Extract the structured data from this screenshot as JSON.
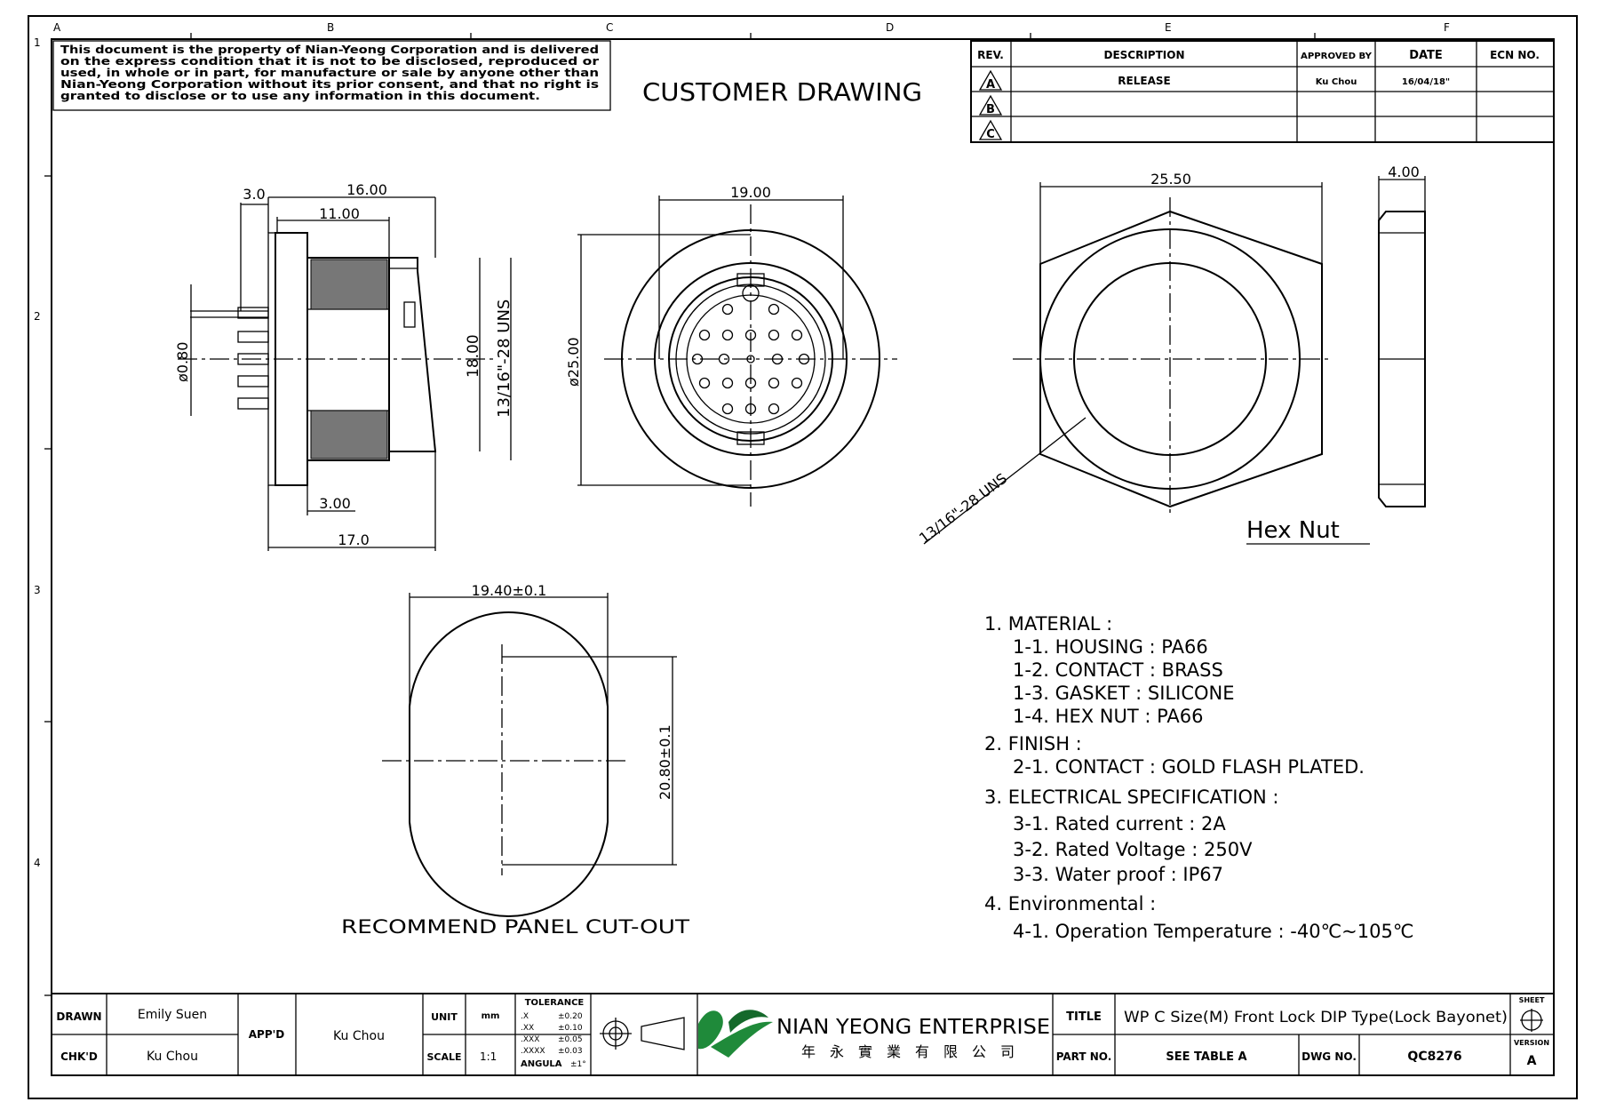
{
  "title_block": {
    "notice": [
      "This document is the property of Nian-Yeong Corporation and is delivered",
      "on  the  express condition that it is not to be disclosed, reproduced or",
      "used, in whole or in part, for manufacture or sale by anyone other than",
      "Nian-Yeong Corporation without  its prior consent, and that  no right  is",
      "granted  to disclose or  to use any information in  this  document."
    ],
    "heading": "CUSTOMER  DRAWING"
  },
  "grid": {
    "cols": [
      "A",
      "B",
      "C",
      "D",
      "E",
      "F"
    ],
    "rows": [
      "1",
      "2",
      "3",
      "4"
    ]
  },
  "revision_table": {
    "headers": [
      "REV.",
      "DESCRIPTION",
      "APPROVED BY",
      "DATE",
      "ECN NO."
    ],
    "rows": [
      {
        "rev": "A",
        "description": "RELEASE",
        "approved_by": "Ku Chou",
        "date": "16/04/18\"",
        "ecn": ""
      },
      {
        "rev": "B",
        "description": "",
        "approved_by": "",
        "date": "",
        "ecn": ""
      },
      {
        "rev": "C",
        "description": "",
        "approved_by": "",
        "date": "",
        "ecn": ""
      }
    ]
  },
  "side_view": {
    "dim_3_0": "3.0",
    "dim_16_00": "16.00",
    "dim_11_00": "11.00",
    "dim_0_80": "ø0.80",
    "dim_18_00": "18.00",
    "thread": "13/16\"-28 UNS",
    "dim_3_00": "3.00",
    "dim_17_0": "17.0"
  },
  "front_view": {
    "dim_19_00": "19.00",
    "dim_25_00": "ø25.00"
  },
  "hex_nut": {
    "dim_25_50": "25.50",
    "dim_4_00": "4.00",
    "thread": "13/16\"-28 UNS",
    "label": "Hex  Nut"
  },
  "panel_cutout": {
    "dim_width": "19.40±0.1",
    "dim_height": "20.80±0.1",
    "label": "RECOMMEND  PANEL  CUT-OUT"
  },
  "notes": [
    {
      "text": "1.  MATERIAL  :",
      "level": 0
    },
    {
      "text": "1-1.  HOUSING  :  PA66",
      "level": 1
    },
    {
      "text": "1-2.  CONTACT  :  BRASS",
      "level": 1
    },
    {
      "text": "1-3.  GASKET  :  SILICONE",
      "level": 1
    },
    {
      "text": "1-4.  HEX  NUT  :  PA66",
      "level": 1
    },
    {
      "text": "2.  FINISH  :",
      "level": 0
    },
    {
      "text": "2-1.  CONTACT  :  GOLD  FLASH  PLATED.",
      "level": 1
    },
    {
      "text": "3.  ELECTRICAL  SPECIFICATION  :",
      "level": 0
    },
    {
      "text": "3-1.  Rated  current  :  2A",
      "level": 1
    },
    {
      "text": "3-2.  Rated  Voltage  :  250V",
      "level": 1
    },
    {
      "text": "3-3.  Water  proof  :  IP67",
      "level": 1
    },
    {
      "text": "4.  Environmental  :",
      "level": 0
    },
    {
      "text": "4-1.  Operation  Temperature  :  -40℃~105℃",
      "level": 1
    }
  ],
  "footer": {
    "drawn_label": "DRAWN",
    "drawn": "Emily Suen",
    "chkd_label": "CHK'D",
    "chkd": "Ku Chou",
    "appd_label": "APP'D",
    "appd": "Ku Chou",
    "unit_label": "UNIT",
    "unit": "mm",
    "scale_label": "SCALE",
    "scale": "1:1",
    "tolerance_title": "TOLERANCE",
    "tolerance_rows": [
      {
        "k": ".X",
        "v": "±0.20"
      },
      {
        "k": ".XX",
        "v": "±0.10"
      },
      {
        "k": ".XXX",
        "v": "±0.05"
      },
      {
        "k": ".XXXX",
        "v": "±0.03"
      },
      {
        "k": "ANGULA",
        "v": "±1°"
      }
    ],
    "company": "NIAN YEONG ENTERPRISE",
    "company_cn": "年 永 實 業 有 限 公 司",
    "title_label": "TITLE",
    "title": "WP C Size(M) Front Lock DIP Type(Lock Bayonet)",
    "sheet_label": "SHEET",
    "part_label": "PART NO.",
    "part": "SEE TABLE A",
    "dwg_label": "DWG NO.",
    "dwg": "QC8276",
    "version_label": "VERSION",
    "version": "A"
  }
}
